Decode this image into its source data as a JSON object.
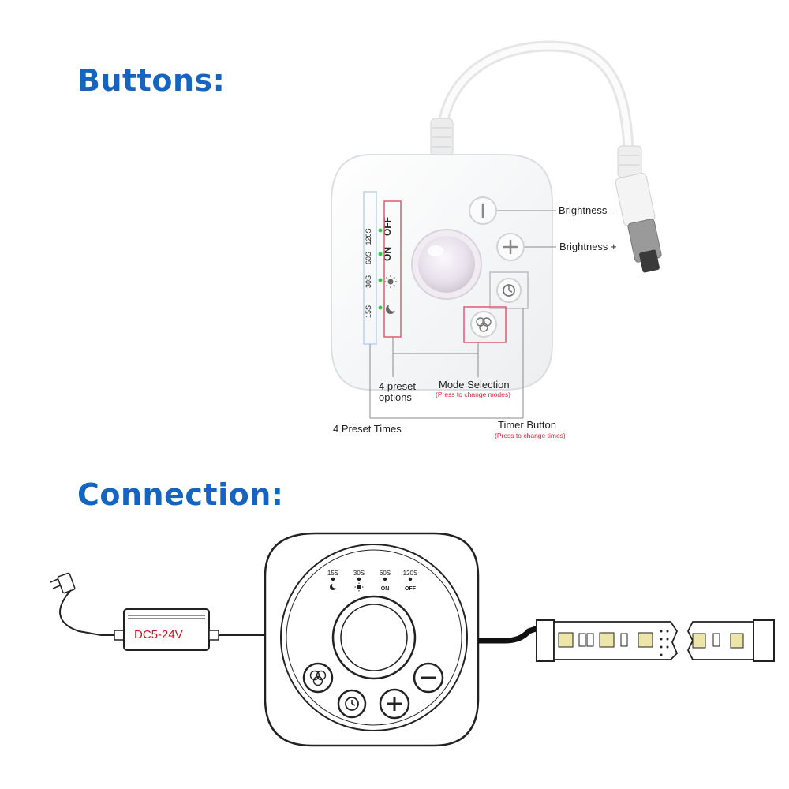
{
  "headings": {
    "buttons": "Buttons:",
    "connection": "Connection:"
  },
  "device_labels": {
    "times": [
      "15S",
      "30S",
      "60S",
      "120S"
    ],
    "options": [
      "ON",
      "OFF"
    ]
  },
  "callouts": {
    "brightness_minus": "Brightness -",
    "brightness_plus": "Brightness +",
    "mode_selection": "Mode Selection",
    "mode_selection_note": "(Press to change modes)",
    "preset_options_line1": "4 preset",
    "preset_options_line2": "options",
    "preset_times": "4 Preset Times",
    "timer_button": "Timer Button",
    "timer_button_note": "(Press to change times)"
  },
  "connection": {
    "power_adapter_label": "DC5-24V",
    "times": [
      "15S",
      "30S",
      "60S",
      "120S"
    ],
    "options": [
      "ON",
      "OFF"
    ]
  },
  "colors": {
    "heading": "#1565c0",
    "highlight_box": "#e25a6e",
    "note_text": "#e0203a",
    "leader_line": "#8a8a8a"
  }
}
